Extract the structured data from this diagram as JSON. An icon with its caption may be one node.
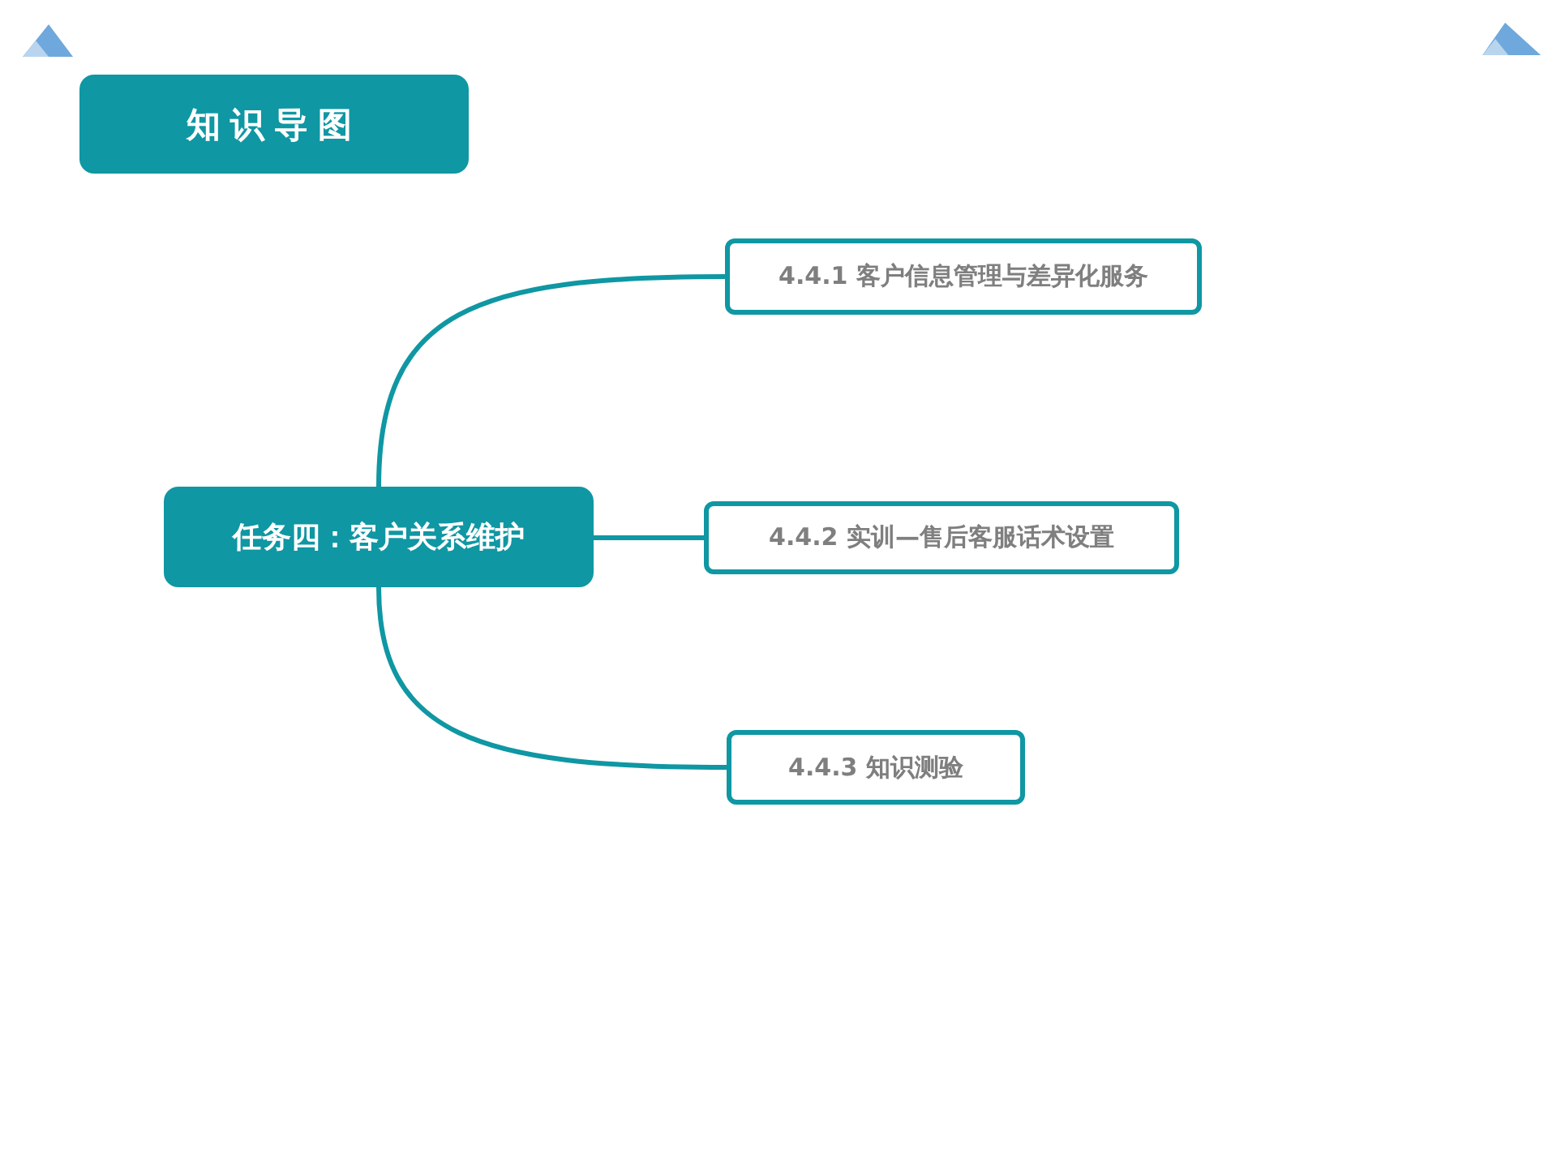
{
  "diagram": {
    "nodes": [
      {
        "text": [
          "知识导图"
        ]
      },
      {
        "text": [
          "任务四：客户关系维护"
        ]
      },
      {
        "text": [
          "4.4.1 客户信息管理与差异化服务"
        ]
      },
      {
        "text": [
          "4.4.2 实训—售后客服话术设置"
        ]
      },
      {
        "text": [
          "4.4.3 知识测验"
        ]
      }
    ],
    "edges": [
      {
        "from": 1,
        "to": 2,
        "arrow": "none"
      },
      {
        "from": 1,
        "to": 3,
        "arrow": "none"
      },
      {
        "from": 1,
        "to": 4,
        "arrow": "none"
      }
    ]
  }
}
